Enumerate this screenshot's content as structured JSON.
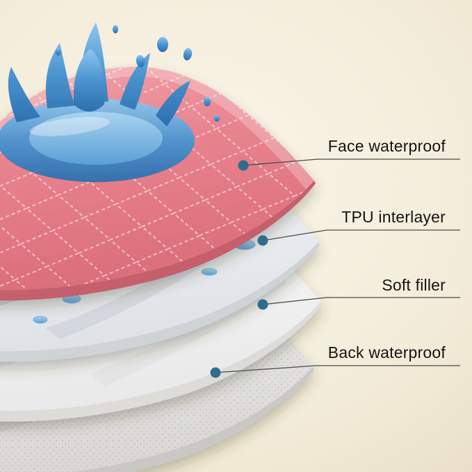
{
  "diagram": {
    "callouts": [
      {
        "id": "face",
        "label": "Face waterproof"
      },
      {
        "id": "tpu",
        "label": "TPU interlayer"
      },
      {
        "id": "soft",
        "label": "Soft filler"
      },
      {
        "id": "back",
        "label": "Back waterproof"
      }
    ],
    "layers": [
      {
        "name": "face-waterproof-layer",
        "color": "#e8838e"
      },
      {
        "name": "tpu-interlayer-layer",
        "color": "#f3f4f6"
      },
      {
        "name": "soft-filler-layer",
        "color": "#fbfbfb"
      },
      {
        "name": "back-waterproof-layer",
        "color": "#e9e9e9"
      }
    ],
    "colors": {
      "background_center": "#faf5e9",
      "background_edge": "#e3d6b9",
      "water_splash": "#4a94d0",
      "callout_dot": "#2e6d8e",
      "callout_line": "#4a4a48",
      "label_text": "#141414"
    }
  }
}
